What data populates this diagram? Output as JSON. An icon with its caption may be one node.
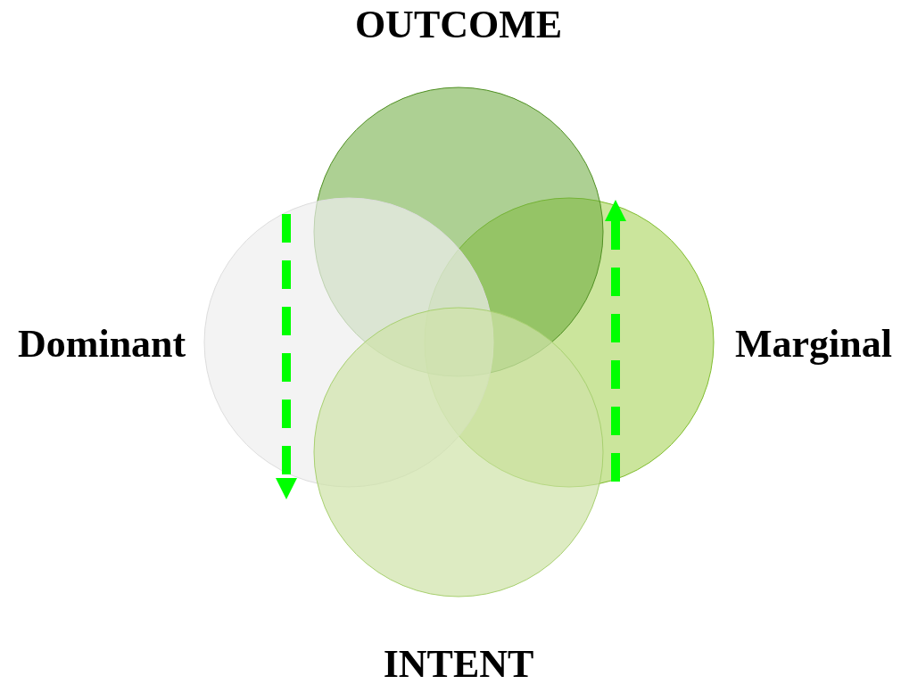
{
  "diagram": {
    "nodes": [
      {
        "text": [
          "OUTCOME"
        ]
      },
      {
        "text": [
          "Dominant"
        ]
      },
      {
        "text": [
          "Marginal"
        ]
      },
      {
        "text": [
          "INTENT"
        ]
      }
    ],
    "edges": [
      {
        "from": null,
        "to": 1,
        "arrow": "to",
        "style": "dashed",
        "color": "#00ff00"
      },
      {
        "from": 2,
        "to": 0,
        "arrow": "to",
        "style": "dashed",
        "color": "#00ff00"
      }
    ]
  }
}
